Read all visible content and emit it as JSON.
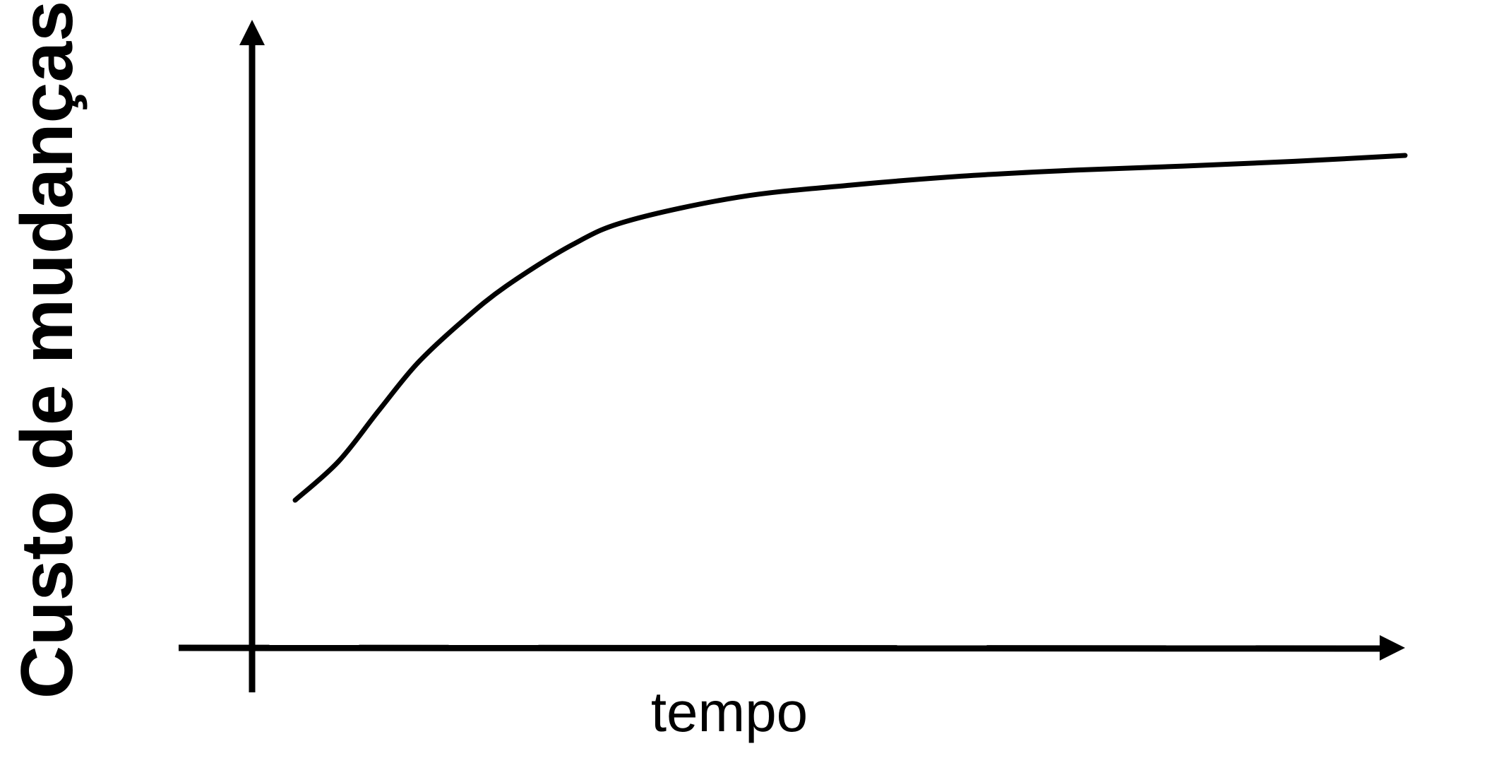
{
  "chart_data": {
    "type": "line",
    "title": "",
    "xlabel": "tempo",
    "ylabel": "Custo de mudanças",
    "grid": false,
    "legend": "none",
    "xlim": [
      0,
      100
    ],
    "ylim": [
      0,
      100
    ],
    "series": [
      {
        "x": [
          0,
          3.9,
          7.5,
          11,
          15,
          19,
          25,
          30,
          40,
          50,
          60,
          70,
          80,
          90,
          100
        ],
        "y": [
          25,
          31.5,
          40,
          48,
          55,
          61,
          68,
          72,
          76,
          78,
          79.5,
          80.5,
          81.2,
          82,
          83
        ],
        "color": "#000000"
      }
    ]
  }
}
